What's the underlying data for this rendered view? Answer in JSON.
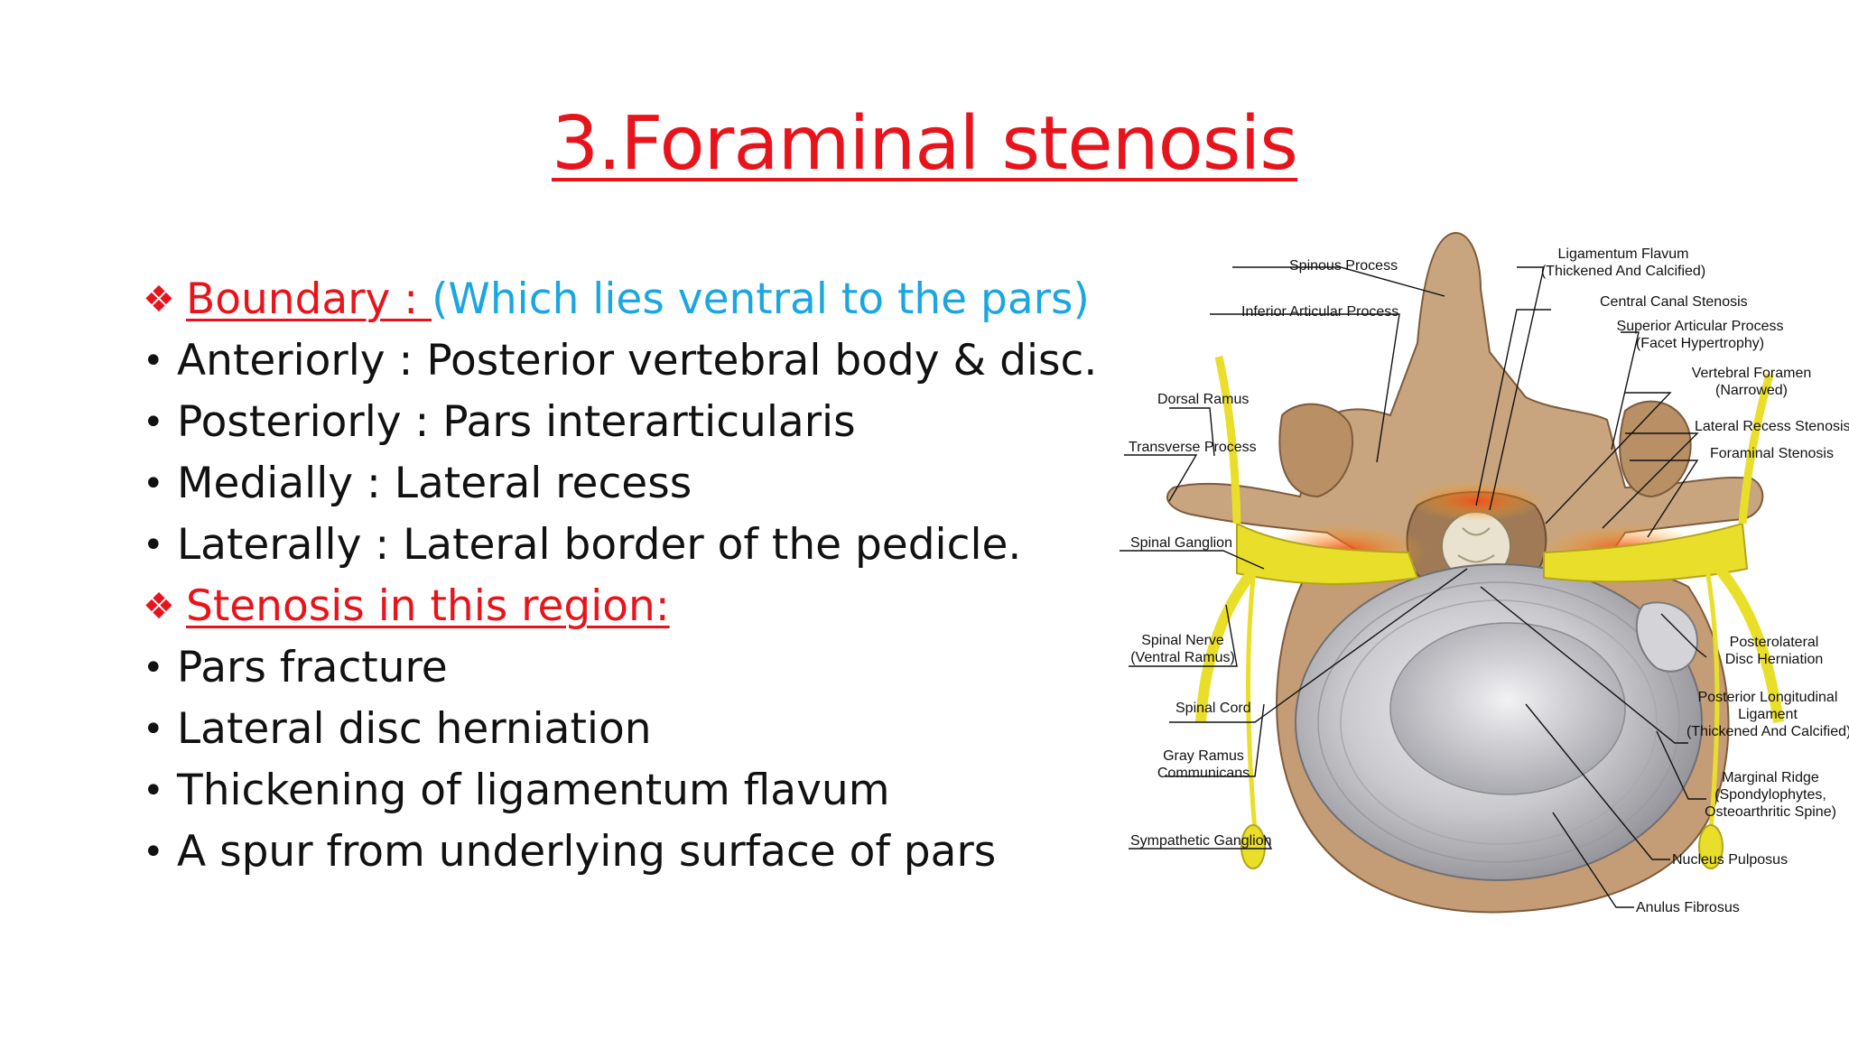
{
  "title": "3.Foraminal stenosis",
  "boundary": {
    "heading": "Boundary : ",
    "note": "(Which lies ventral to the pars)",
    "items": [
      "Anteriorly : Posterior vertebral body & disc.",
      "Posteriorly : Pars interarticularis",
      "Medially : Lateral recess",
      "Laterally : Lateral border of the pedicle."
    ]
  },
  "stenosis": {
    "heading": "Stenosis in this region:",
    "items": [
      "Pars fracture",
      "Lateral disc herniation",
      "Thickening of ligamentum flavum",
      "A spur from underlying surface of pars"
    ]
  },
  "diamond_glyph": "❖",
  "diagram_labels": {
    "spinous_process": "Spinous Process",
    "inferior_articular_process": "Inferior Articular Process",
    "dorsal_ramus": "Dorsal Ramus",
    "transverse_process": "Transverse Process",
    "spinal_ganglion": "Spinal Ganglion",
    "spinal_nerve_1": "Spinal Nerve",
    "spinal_nerve_2": "(Ventral Ramus)",
    "spinal_cord": "Spinal Cord",
    "gray_ramus_1": "Gray Ramus",
    "gray_ramus_2": "Communicans",
    "sympathetic_ganglion": "Sympathetic Ganglion",
    "ligamentum_flavum_1": "Ligamentum Flavum",
    "ligamentum_flavum_2": "(Thickened And Calcified)",
    "central_canal_stenosis": "Central Canal Stenosis",
    "superior_articular_1": "Superior Articular Process",
    "superior_articular_2": "(Facet Hypertrophy)",
    "vertebral_foramen_1": "Vertebral Foramen",
    "vertebral_foramen_2": "(Narrowed)",
    "lateral_recess_stenosis": "Lateral Recess Stenosis",
    "foraminal_stenosis": "Foraminal Stenosis",
    "posterolateral_1": "Posterolateral",
    "posterolateral_2": "Disc Herniation",
    "pll_1": "Posterior Longitudinal",
    "pll_2": "Ligament",
    "pll_3": "(Thickened And Calcified)",
    "marginal_ridge_1": "Marginal Ridge",
    "marginal_ridge_2": "(Spondylophytes,",
    "marginal_ridge_3": "Osteoarthritic Spine)",
    "nucleus_pulposus": "Nucleus Pulposus",
    "anulus_fibrosus": "Anulus Fibrosus"
  },
  "colors": {
    "title_red": "#e8141b",
    "note_cyan": "#1aa6e0",
    "bone": "#c9a47c",
    "nerve_yellow": "#e9df2a",
    "inflammation": "#f06a1e",
    "disc_gray": "#c8c8cc"
  }
}
